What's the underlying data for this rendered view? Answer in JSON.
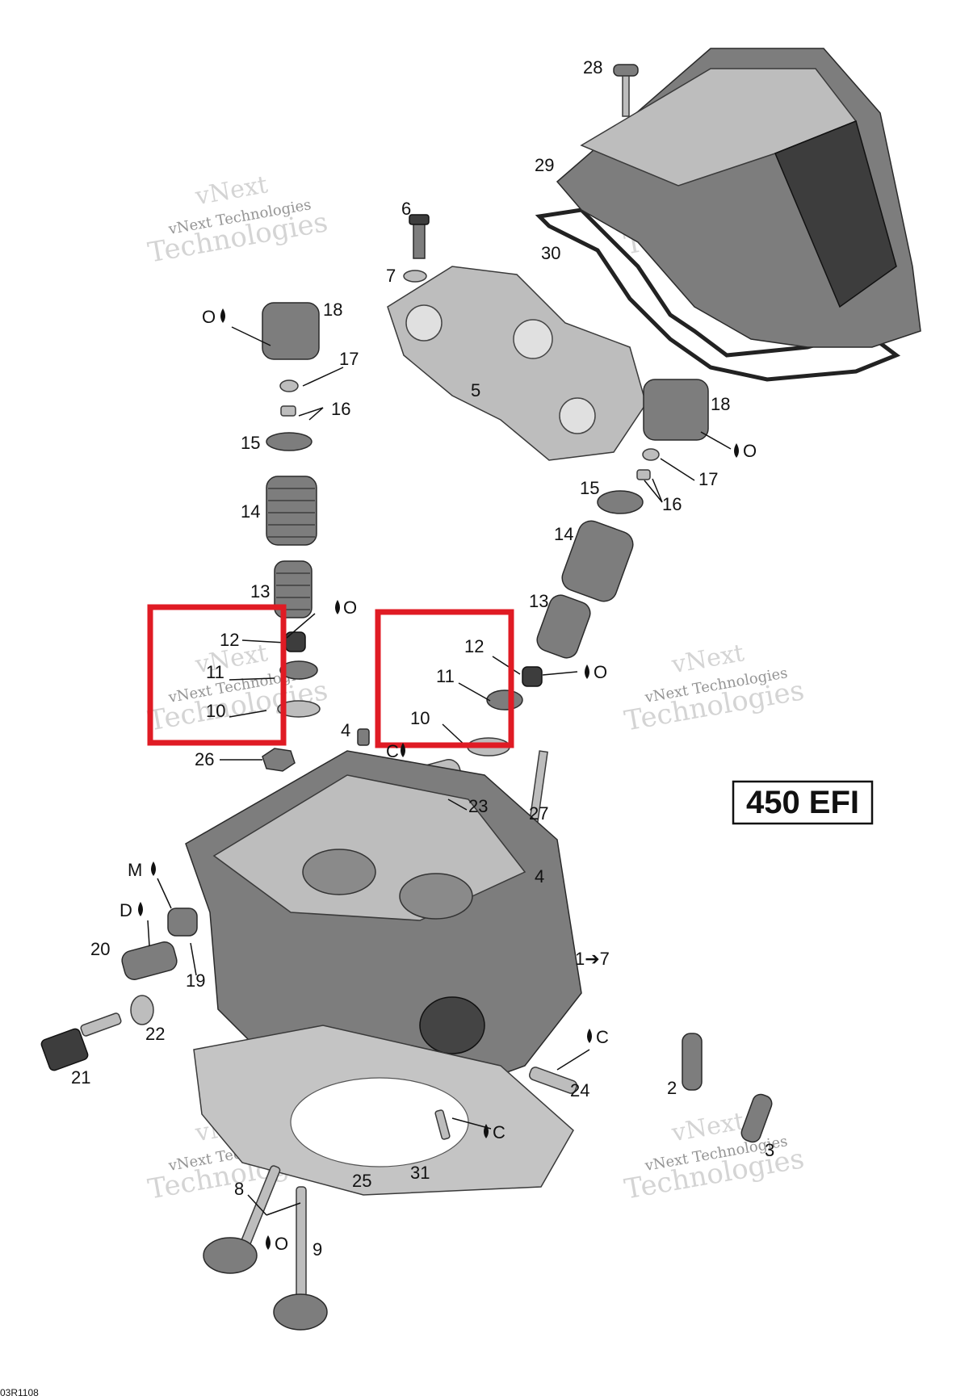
{
  "diagram": {
    "model_label": "450 EFI",
    "drawing_code": "03R1108",
    "watermark": {
      "line1": "vNext",
      "line2": "vNext Technologies",
      "line3": "Technologies"
    },
    "callouts": {
      "c28": "28",
      "c29": "29",
      "c30": "30",
      "c6": "6",
      "c7": "7",
      "c5": "5",
      "c18a": "18",
      "c18a_mark": "O",
      "c17a": "17",
      "c16a": "16",
      "c15a": "15",
      "c14a": "14",
      "c13a": "13",
      "c12a": "12",
      "c11a": "11",
      "c10a": "10",
      "c26": "26",
      "c18b": "18",
      "c18b_mark": "O",
      "c17b": "17",
      "c16b": "16",
      "c15b": "15",
      "c14b": "14",
      "c13b": "13",
      "c12b": "12",
      "c11b": "11",
      "c10b": "10",
      "seal_mark_a": "O",
      "seal_mark_b": "O",
      "c4a": "4",
      "c23": "23",
      "c23_mark": "C",
      "c27": "27",
      "c4b": "4",
      "c_m": "M",
      "c_d": "D",
      "c20": "20",
      "c19": "19",
      "c22": "22",
      "c21": "21",
      "c1to7": "1➔7",
      "c24": "24",
      "c24_mark": "C",
      "c2": "2",
      "c3": "3",
      "c31": "31",
      "c31_mark": "C",
      "c25": "25",
      "c8": "8",
      "c9": "9",
      "valve_mark": "O"
    }
  }
}
